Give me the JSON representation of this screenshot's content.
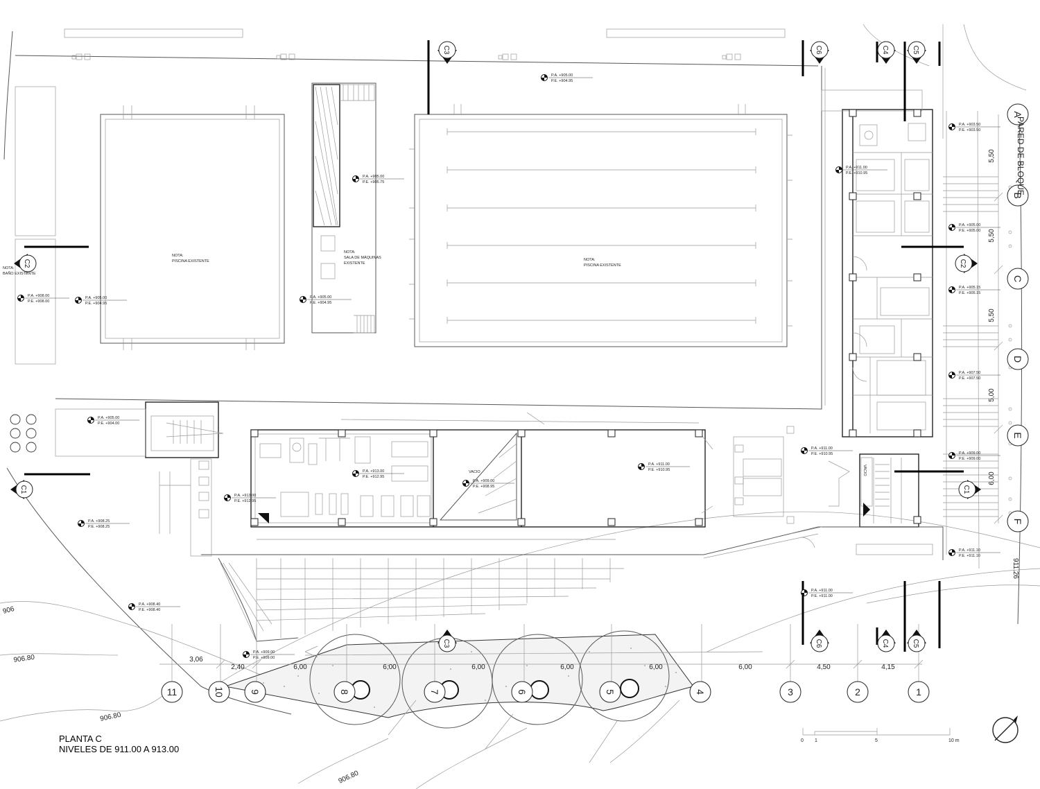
{
  "drawing": {
    "title_line1": "PLANTA C",
    "title_line2": "NIVELES DE 911.00 A 913.00",
    "scale_labels": [
      "0",
      "1",
      "5",
      "10 m"
    ],
    "wall_note": "PARED DE BLOQUE"
  },
  "room_notes": [
    {
      "id": "pool-left",
      "lines": [
        "NOTA:",
        "PISCINA EXISTENTE"
      ]
    },
    {
      "id": "machines",
      "lines": [
        "NOTA:",
        "SALA DE MÁQUINAS",
        "EXISTENTE"
      ]
    },
    {
      "id": "pool-right",
      "lines": [
        "NOTA:",
        "PISCINA EXISTENTE"
      ]
    },
    {
      "id": "bath",
      "lines": [
        "NOTA:",
        "BAÑO EXISTENTE"
      ]
    },
    {
      "id": "void-gym",
      "lines": [
        "VACIO"
      ]
    },
    {
      "id": "void-stair",
      "lines": [
        "VACIO"
      ]
    }
  ],
  "levels": [
    {
      "pa": "P.A. +905.00",
      "pe": "P.E. +904.95"
    },
    {
      "pa": "P.A. +905.00",
      "pe": "P.E. +905.75"
    },
    {
      "pa": "P.A. +908.00",
      "pe": "P.E. +908.00"
    },
    {
      "pa": "P.A. +905.00",
      "pe": "P.E. +904.95"
    },
    {
      "pa": "P.A. +905.00",
      "pe": "P.E. +904.95"
    },
    {
      "pa": "P.A. +911.00",
      "pe": "P.E. +910.95"
    },
    {
      "pa": "P.A. +905.00",
      "pe": "P.E. +904.00"
    },
    {
      "pa": "P.A. +913.00",
      "pe": "P.E. +912.95"
    },
    {
      "pa": "P.A. +913.00",
      "pe": "P.E. +912.95"
    },
    {
      "pa": "P.A. +909.00",
      "pe": "P.E. +908.95"
    },
    {
      "pa": "P.A. +911.00",
      "pe": "P.E. +910.95"
    },
    {
      "pa": "P.A. +911.00",
      "pe": "P.E. +910.95"
    },
    {
      "pa": "P.A. +908.25",
      "pe": "P.E. +908.25"
    },
    {
      "pa": "P.A. +908.40",
      "pe": "P.E. +908.40"
    },
    {
      "pa": "P.A. +909.00",
      "pe": "P.E. +909.00"
    },
    {
      "pa": "P.A. +911.00",
      "pe": "P.E. +911.00"
    },
    {
      "pa": "P.A. +903.50",
      "pe": "P.E. +903.50"
    },
    {
      "pa": "P.A. +905.00",
      "pe": "P.E. +905.00"
    },
    {
      "pa": "P.A. +905.15",
      "pe": "P.E. +905.15"
    },
    {
      "pa": "P.A. +907.50",
      "pe": "P.E. +907.50"
    },
    {
      "pa": "P.A. +909.00",
      "pe": "P.E. +909.00"
    },
    {
      "pa": "P.A. +911.10",
      "pe": "P.E. +911.10"
    }
  ],
  "grid_columns": [
    "11",
    "10",
    "9",
    "8",
    "7",
    "6",
    "5",
    "4",
    "3",
    "2",
    "1"
  ],
  "grid_rows": [
    "A",
    "B",
    "C",
    "D",
    "E",
    "F"
  ],
  "bottom_dimensions": [
    "3,06",
    "2,40",
    "6,00",
    "6,00",
    "6,00",
    "6,00",
    "6,00",
    "6,00",
    "4,50",
    "4,15"
  ],
  "right_dimensions": [
    "5,50",
    "5,50",
    "5,50",
    "5,00",
    "6,00"
  ],
  "section_marks": [
    "C3",
    "C6",
    "C4",
    "C5",
    "C2",
    "C2",
    "C1",
    "C1",
    "C3",
    "C6",
    "C4",
    "C5"
  ],
  "contour_labels": [
    "906",
    "906.80",
    "906.80",
    "906.80",
    "911.26"
  ]
}
